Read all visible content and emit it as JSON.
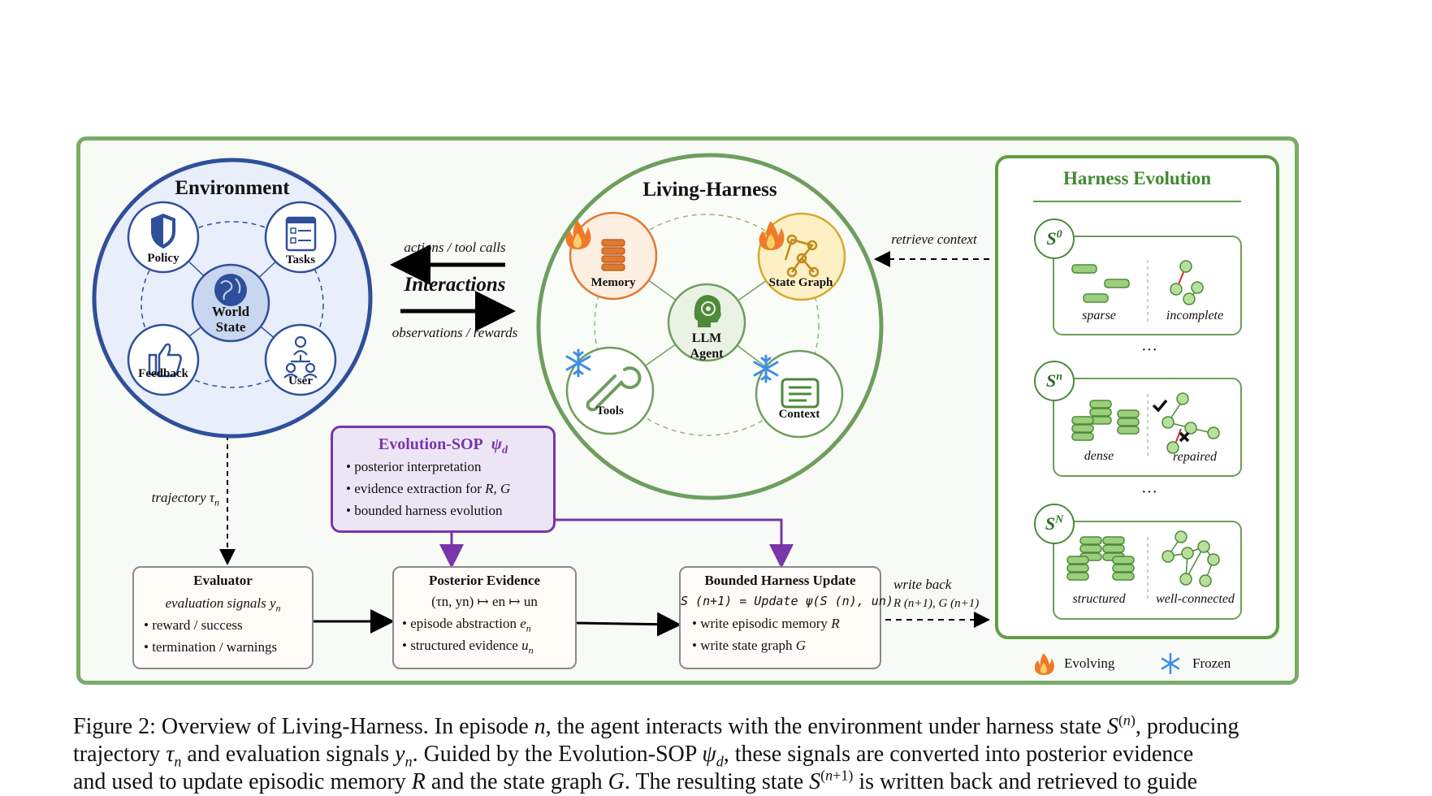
{
  "environment": {
    "title": "Environment",
    "nodes": {
      "policy": "Policy",
      "tasks": "Tasks",
      "feedback": "Feedback",
      "user": "User",
      "world": [
        "World",
        "State"
      ]
    }
  },
  "interactions": {
    "title": "Interactions",
    "actions": "actions / tool calls",
    "observations": "observations / rewards"
  },
  "living_harness": {
    "title": "Living-Harness",
    "nodes": {
      "memory": "Memory",
      "state_graph": "State Graph",
      "tools": "Tools",
      "context": "Context",
      "agent": [
        "LLM",
        "Agent"
      ]
    }
  },
  "retrieve_context": "retrieve context",
  "harness_evolution": {
    "title": "Harness Evolution",
    "stages": [
      {
        "badge": "S",
        "sup": "0",
        "left": "sparse",
        "right": "incomplete"
      },
      {
        "badge": "S",
        "sup": "n",
        "left": "dense",
        "right": "repaired"
      },
      {
        "badge": "S",
        "sup": "N",
        "left": "structured",
        "right": "well-connected"
      }
    ],
    "ellipsis": "···"
  },
  "legend": {
    "evolving": "Evolving",
    "frozen": "Frozen"
  },
  "trajectory": "trajectory τ",
  "trajectory_sub": "n",
  "sop": {
    "title": "Evolution-SOP",
    "symbol": "ψ",
    "symbol_sub": "d",
    "bullets": [
      "• posterior interpretation",
      "• evidence extraction for ",
      "• bounded harness evolution"
    ],
    "bullet2_tail": "R, G"
  },
  "evaluator": {
    "title": "Evaluator",
    "signals": "evaluation signals y",
    "signals_sub": "n",
    "bullets": [
      "• reward / success",
      "• termination / warnings"
    ]
  },
  "posterior": {
    "title": "Posterior Evidence",
    "formula": "(τn, yn) ↦ en ↦ un",
    "bullets": [
      "• episode abstraction ",
      "• structured evidence "
    ],
    "b1_var": "e",
    "b2_var": "u",
    "sub": "n"
  },
  "update": {
    "title": "Bounded Harness Update",
    "formula": "S (n+1) = Update ψ(S (n), un)",
    "bullets": [
      "• write episodic memory ",
      "• write state graph "
    ],
    "b1_var": "R",
    "b2_var": "G"
  },
  "write_back": {
    "line1": "write back",
    "line2": "R (n+1), G (n+1)"
  },
  "caption": {
    "lead": "Figure 2: Overview of Living-Harness. In episode ",
    "l1b": ", the agent interacts with the environment under harness state ",
    "l1c": ", producing",
    "l2a": "trajectory ",
    "l2b": " and evaluation signals ",
    "l2c": ". Guided by the Evolution-SOP ",
    "l2d": ", these signals are converted into posterior evidence",
    "l3a": "and used to update episodic memory ",
    "l3b": " and the state graph ",
    "l3c": ". The resulting state ",
    "l3d": " is written back and retrieved to guide"
  },
  "colors": {
    "frame": "#7aab67",
    "env_border": "#2f4f9a",
    "harness_border": "#6e9e5e",
    "sop_border": "#7a35a8",
    "evolving": "#f07a2a",
    "frozen": "#3d8ee6"
  }
}
